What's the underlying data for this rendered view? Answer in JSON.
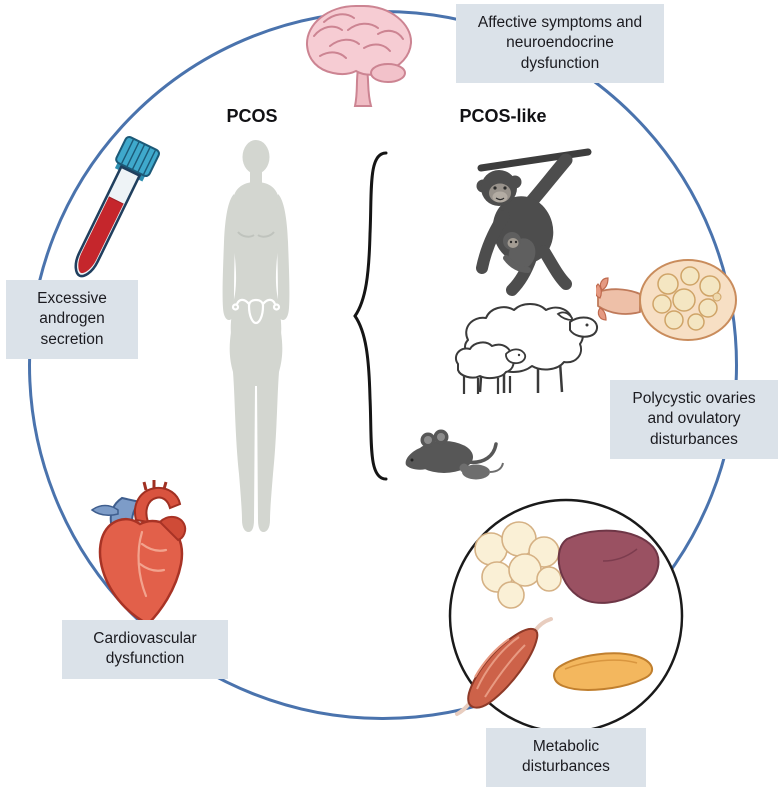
{
  "figure": {
    "headings": {
      "pcos": "PCOS",
      "pcos_like": "PCOS-like"
    },
    "labels": {
      "affective": "Affective symptoms and\nneuroendocrine\ndysfunction",
      "androgen": "Excessive\nandrogen\nsecretion",
      "ovaries": "Polycystic ovaries\nand ovulatory\ndisturbances",
      "cardiovascular": "Cardiovascular\ndysfunction",
      "metabolic": "Metabolic\ndisturbances"
    },
    "icons": {
      "brain": "brain",
      "blood_tube": "blood test tube",
      "female_silhouette": "female body silhouette with uterus",
      "brace": "curly brace",
      "chimpanzee": "chimpanzee with infant",
      "sheep": "sheep with lamb",
      "mouse": "mice",
      "ovary": "polycystic ovary",
      "heart": "heart",
      "metabolic_organs": "adipose tissue, liver, skeletal muscle, pancreas"
    },
    "colors": {
      "circle_stroke": "#4a73ad",
      "label_bg": "#dbe2e9",
      "text": "#1b1b20"
    }
  }
}
